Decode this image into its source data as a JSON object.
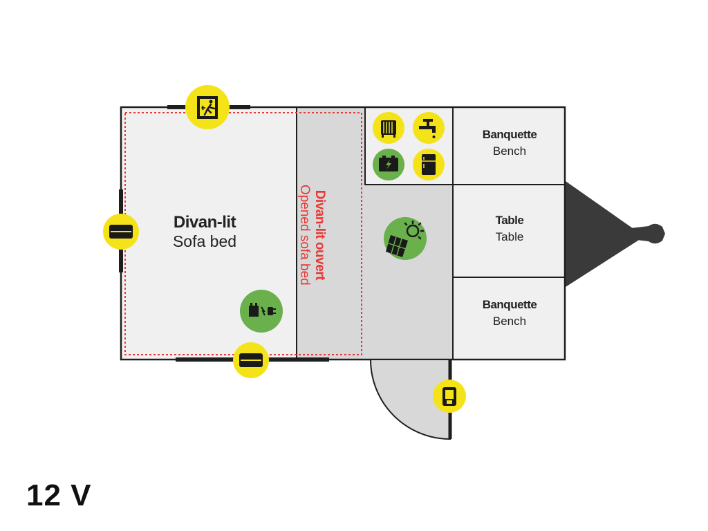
{
  "colors": {
    "wall": "#1e1e1e",
    "room_light": "#f0f0f0",
    "room_grey": "#d8d8d8",
    "hitch": "#3a3a3a",
    "dotted_red": "#e53935",
    "yellow": "#f5e31a",
    "green": "#6ab04c",
    "icon_dark": "#1a1a1a"
  },
  "rooms": {
    "sofa_bed": {
      "fr": "Divan-lit",
      "en": "Sofa bed"
    },
    "opened_sofa_bed": {
      "fr": "Divan-lit ouvert",
      "en": "Opened sofa bed"
    },
    "bench_top": {
      "fr": "Banquette",
      "en": "Bench"
    },
    "table": {
      "fr": "Table",
      "en": "Table"
    },
    "bench_bottom": {
      "fr": "Banquette",
      "en": "Bench"
    }
  },
  "icons": {
    "emergency_exit": "emergency-exit-icon",
    "window_left": "window-icon",
    "window_bottom": "window-icon",
    "heater": "heater-icon",
    "faucet": "faucet-icon",
    "battery": "battery-icon",
    "fridge": "fridge-icon",
    "solar_panel": "solar-panel-icon",
    "power_outlet": "power-outlet-icon",
    "door": "door-icon"
  },
  "voltage": "12 V"
}
